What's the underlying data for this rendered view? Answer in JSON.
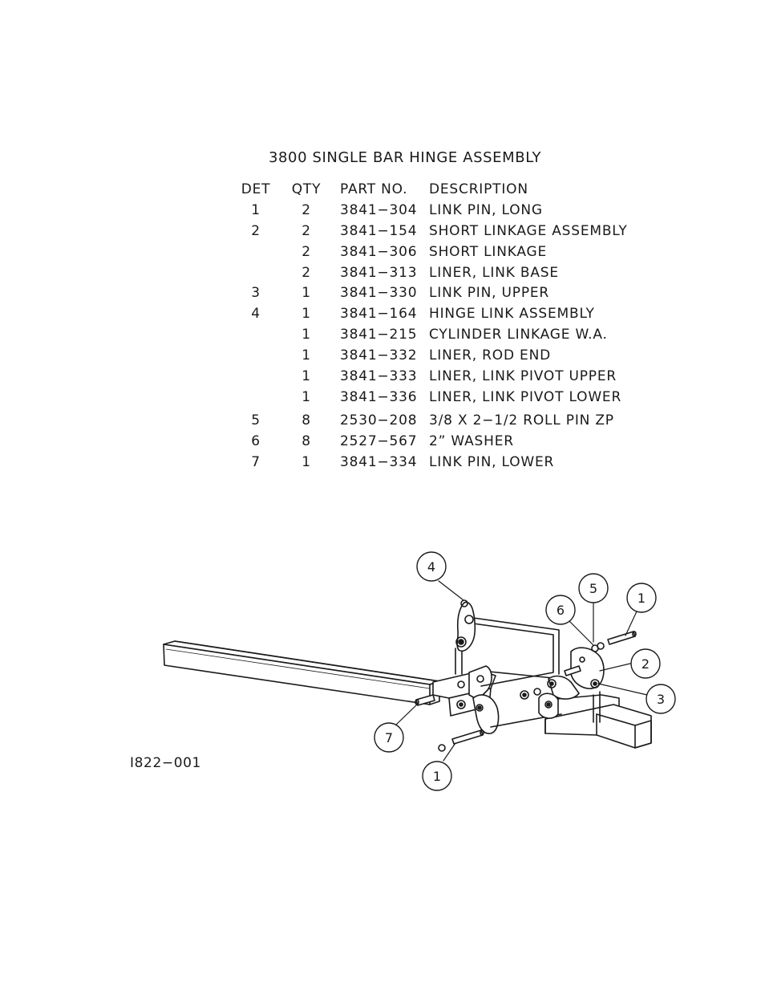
{
  "title": "3800 SINGLE BAR HINGE ASSEMBLY",
  "table": {
    "headers": {
      "det": "DET",
      "qty": "QTY",
      "part": "PART NO.",
      "desc": "DESCRIPTION"
    },
    "rows": [
      {
        "det": "1",
        "qty": "2",
        "part": "3841−304",
        "desc": "LINK PIN, LONG"
      },
      {
        "det": "2",
        "qty": "2",
        "part": "3841−154",
        "desc": "SHORT LINKAGE ASSEMBLY"
      },
      {
        "det": "",
        "qty": "2",
        "part": "3841−306",
        "desc": "SHORT LINKAGE"
      },
      {
        "det": "",
        "qty": "2",
        "part": "3841−313",
        "desc": "LINER, LINK BASE"
      },
      {
        "det": "3",
        "qty": "1",
        "part": "3841−330",
        "desc": "LINK PIN, UPPER"
      },
      {
        "det": "4",
        "qty": "1",
        "part": "3841−164",
        "desc": "HINGE LINK ASSEMBLY"
      },
      {
        "det": "",
        "qty": "1",
        "part": "3841−215",
        "desc": "CYLINDER LINKAGE W.A."
      },
      {
        "det": "",
        "qty": "1",
        "part": "3841−332",
        "desc": "LINER, ROD END"
      },
      {
        "det": "",
        "qty": "1",
        "part": "3841−333",
        "desc": "LINER, LINK PIVOT UPPER"
      },
      {
        "det": "",
        "qty": "1",
        "part": "3841−336",
        "desc": "LINER, LINK PIVOT LOWER"
      },
      {
        "det": "5",
        "qty": "8",
        "part": "2530−208",
        "desc": "3/8 X 2−1/2 ROLL PIN ZP"
      },
      {
        "det": "6",
        "qty": "8",
        "part": "2527−567",
        "desc": "2” WASHER"
      },
      {
        "det": "7",
        "qty": "1",
        "part": "3841−334",
        "desc": "LINK PIN, LOWER"
      }
    ]
  },
  "callouts": [
    "4",
    "5",
    "1",
    "6",
    "2",
    "3",
    "7",
    "1"
  ],
  "drawing_number": "I822−001"
}
